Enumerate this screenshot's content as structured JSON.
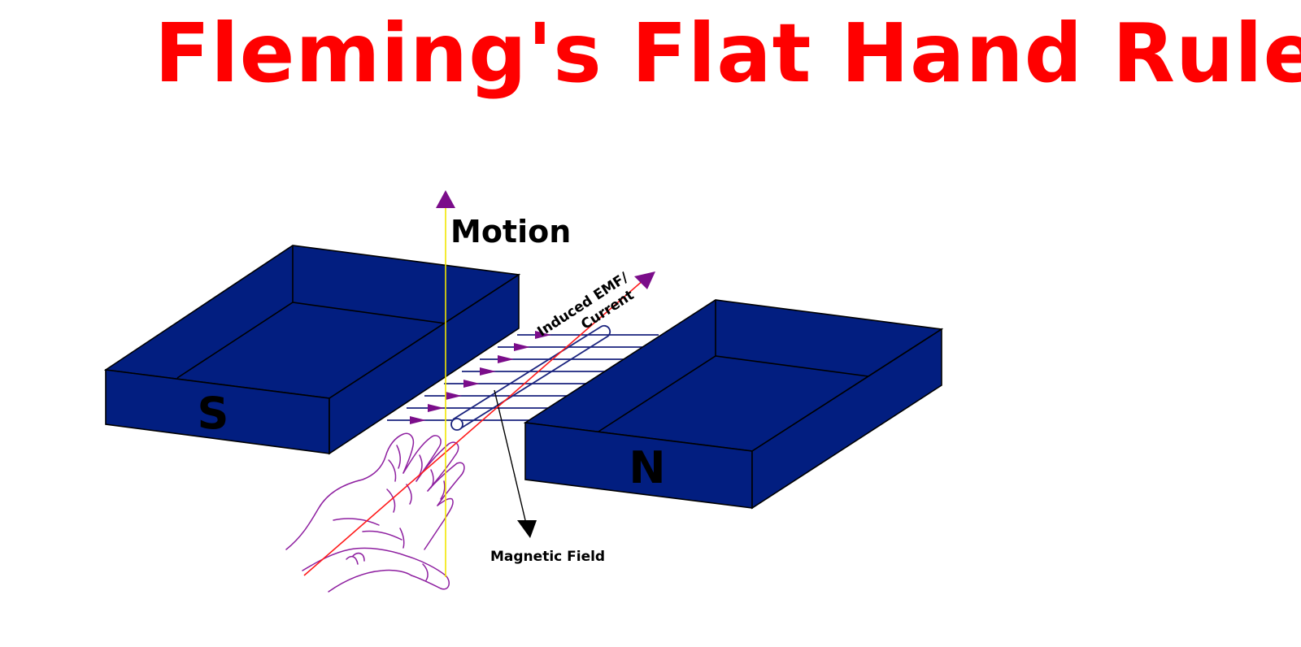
{
  "title": "Fleming's Flat Hand Rule",
  "labels": {
    "motion": "Motion",
    "emf_line1": "Induced EMF/",
    "emf_line2": "Current",
    "magnetic_field": "Magnetic Field",
    "south_pole": "S",
    "north_pole": "N"
  },
  "colors": {
    "title": "#ff0000",
    "magnet": "#021e80",
    "field_lines": "#1a237e",
    "arrow_heads": "#7b0d8a",
    "motion_line": "#f2e600",
    "current_line": "#ff1a1a",
    "hand": "#8e1fa0",
    "text": "#000000"
  }
}
